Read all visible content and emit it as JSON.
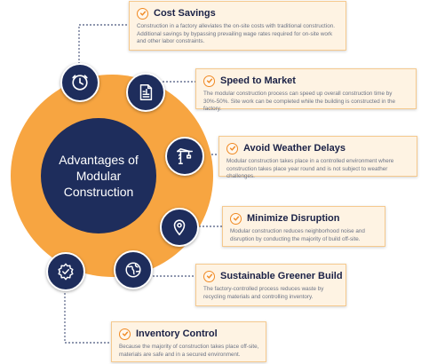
{
  "center": {
    "title": "Advantages of\nModular\nConstruction"
  },
  "colors": {
    "navy": "#1e2d5c",
    "orange": "#f7a541",
    "accent": "#f08a24",
    "card_bg": "#fef3e3"
  },
  "advantages": [
    {
      "icon": "clock-icon",
      "title": "Cost Savings",
      "description": "Construction in a factory alleviates the on-site costs with traditional construction. Additional savings by bypassing prevailing wage rates required for on-site work and other labor constraints."
    },
    {
      "icon": "invoice-icon",
      "title": "Speed to Market",
      "description": "The modular construction process can speed up overall construction time by 30%-50%. Site work can be completed while the building is constructed in the factory."
    },
    {
      "icon": "crane-icon",
      "title": "Avoid Weather Delays",
      "description": "Modular construction takes place in a controlled environment where construction takes place year round and is not subject to weather challenges."
    },
    {
      "icon": "location-pin-icon",
      "title": "Minimize Disruption",
      "description": "Modular construction reduces neighborhood noise and disruption by conducting the majority of build off-site."
    },
    {
      "icon": "globe-icon",
      "title": "Sustainable Greener Build",
      "description": "The factory-controlled process reduces waste by recycling materials and controlling inventory."
    },
    {
      "icon": "shield-check-icon",
      "title": "Inventory Control",
      "description": "Because the majority of construction takes place off-site, materials are safe and in a secured environment."
    }
  ]
}
